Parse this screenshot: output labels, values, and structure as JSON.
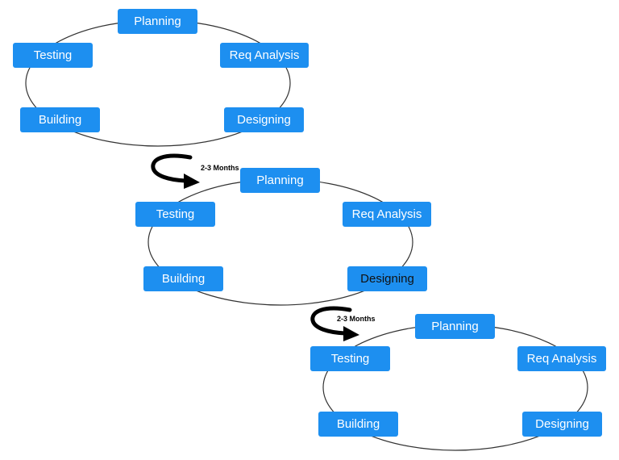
{
  "colors": {
    "node_fill": "#1d8ff0",
    "node_text": "#ffffff",
    "ellipse_stroke": "#333333",
    "arrow": "#000000"
  },
  "cycles": [
    {
      "planning": "Planning",
      "req_analysis": "Req Analysis",
      "designing": "Designing",
      "building": "Building",
      "testing": "Testing"
    },
    {
      "planning": "Planning",
      "req_analysis": "Req Analysis",
      "designing": "Designing",
      "building": "Building",
      "testing": "Testing"
    },
    {
      "planning": "Planning",
      "req_analysis": "Req Analysis",
      "designing": "Designing",
      "building": "Building",
      "testing": "Testing"
    }
  ],
  "transitions": [
    {
      "label": "2-3 Months",
      "icon": "curved-arrow-icon"
    },
    {
      "label": "2-3 Months",
      "icon": "curved-arrow-icon"
    }
  ]
}
